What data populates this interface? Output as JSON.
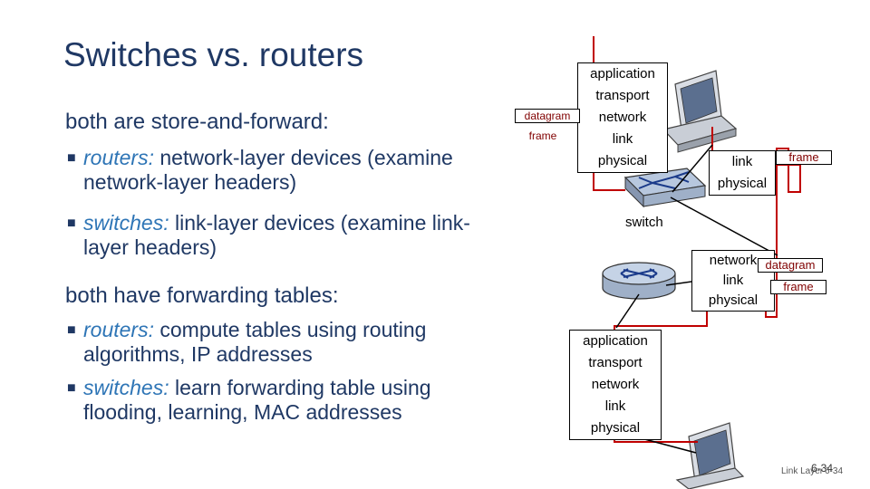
{
  "slide": {
    "title": "Switches vs. routers",
    "heading1": "both are store-and-forward:",
    "heading2": "both have forwarding tables:",
    "bullets1": [
      {
        "emph": "routers:",
        "text": " network-layer devices (examine network-layer headers)"
      },
      {
        "emph": "switches:",
        "text": " link-layer devices (examine link-layer headers)"
      }
    ],
    "bullets2": [
      {
        "emph": "routers:",
        "text": " compute tables using routing algorithms, IP addresses"
      },
      {
        "emph": "switches:",
        "text": " learn forwarding table using flooding, learning, MAC addresses"
      }
    ],
    "footer": {
      "left": "Link Layer",
      "page_overlay": "6-34",
      "page": "6-34"
    }
  },
  "diagram": {
    "top_host_stack": [
      "application",
      "transport",
      "network",
      "link",
      "physical"
    ],
    "bottom_host_stack": [
      "application",
      "transport",
      "network",
      "link",
      "physical"
    ],
    "switch_stack": [
      "link",
      "physical"
    ],
    "router_stack": [
      "network",
      "link",
      "physical"
    ],
    "switch_label": "switch",
    "datagram_label": "datagram",
    "frame_label": "frame",
    "colors": {
      "packet_path": "#c00000",
      "stack_border": "#000000",
      "title_text": "#1f3864",
      "emphasis_text": "#2e75b6",
      "header_text": "#800000"
    },
    "icons": [
      "computer-icon",
      "switch-icon",
      "router-icon",
      "computer-icon"
    ]
  }
}
